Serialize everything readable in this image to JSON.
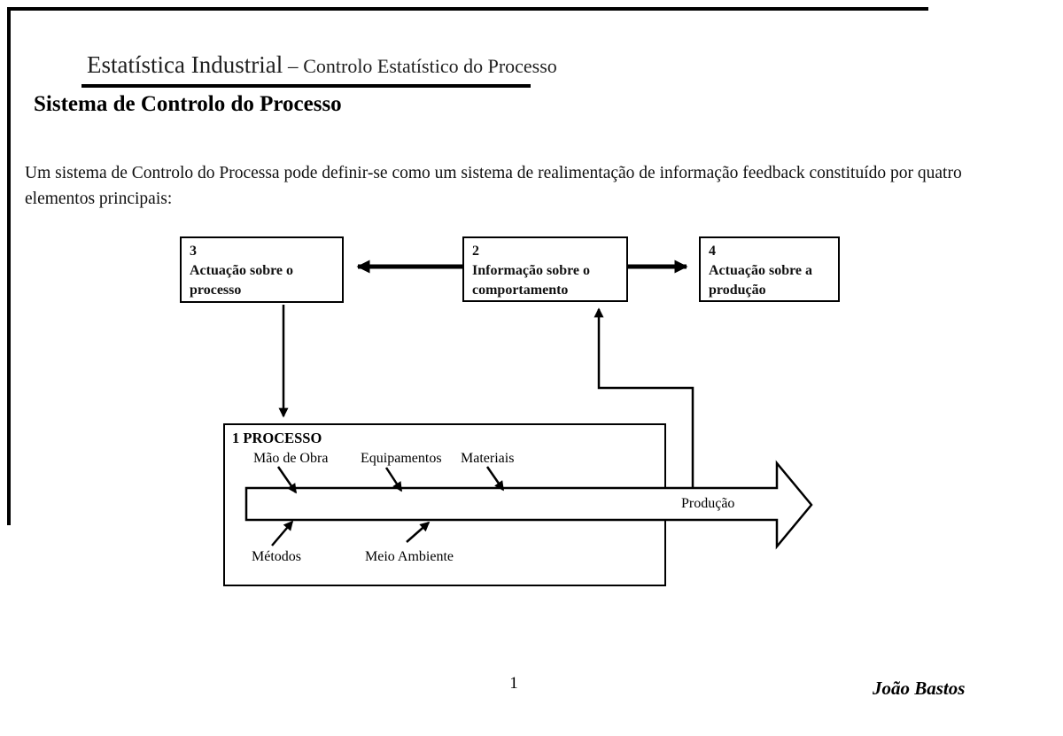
{
  "header": {
    "course": "Estatística Industrial",
    "dash": " – ",
    "topic": "Controlo Estatístico do Processo"
  },
  "title": "Sistema de Controlo do Processo",
  "intro": "Um sistema de Controlo do Processa pode definir-se como um sistema de realimentação de informação feedback constituído por quatro elementos principais:",
  "diagram": {
    "box3": {
      "number": "3",
      "line1": "Actuação sobre o",
      "line2": "processo"
    },
    "box2": {
      "number": "2",
      "line1": "Informação sobre o",
      "line2": "comportamento"
    },
    "box4": {
      "number": "4",
      "line1": "Actuação sobre a",
      "line2": "produção"
    },
    "process": {
      "label": "1 PROCESSO",
      "input_top_1": "Mão de Obra",
      "input_top_2": "Equipamentos",
      "input_top_3": "Materiais",
      "input_bottom_1": "Métodos",
      "input_bottom_2": "Meio Ambiente",
      "output": "Produção"
    }
  },
  "footer": {
    "page_number": "1",
    "author": "João Bastos"
  }
}
